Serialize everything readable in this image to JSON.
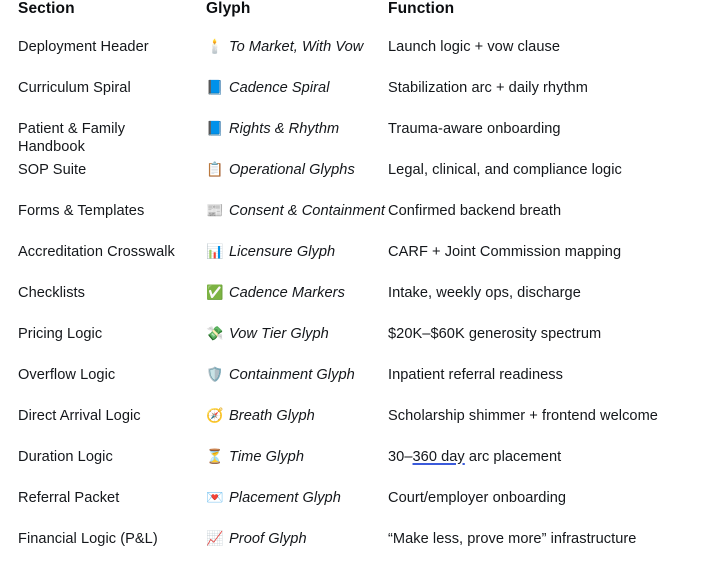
{
  "table": {
    "headers": {
      "section": "Section",
      "glyph": "Glyph",
      "function": "Function"
    },
    "link_color": "#3b5bdb",
    "rows": [
      {
        "section": "Deployment Header",
        "emoji": "🕯️",
        "emoji_name": "candle-icon",
        "glyph": "To Market, With Vow",
        "function": "Launch logic + vow clause"
      },
      {
        "section": "Curriculum Spiral",
        "emoji": "📘",
        "emoji_name": "blue-book-icon",
        "glyph": "Cadence Spiral",
        "function": "Stabilization arc + daily rhythm"
      },
      {
        "section": "Patient & Family Handbook",
        "emoji": "📘",
        "emoji_name": "blue-book-icon",
        "glyph": "Rights & Rhythm",
        "function": "Trauma-aware onboarding"
      },
      {
        "section": "SOP Suite",
        "emoji": "📋",
        "emoji_name": "clipboard-icon",
        "glyph": "Operational Glyphs",
        "function": "Legal, clinical, and compliance logic"
      },
      {
        "section": "Forms & Templates",
        "emoji": "📰",
        "emoji_name": "newspaper-icon",
        "glyph": "Consent & Containment",
        "function": "Confirmed backend breath"
      },
      {
        "section": "Accreditation Crosswalk",
        "emoji": "📊",
        "emoji_name": "bar-chart-icon",
        "glyph": "Licensure Glyph",
        "function": "CARF + Joint Commission mapping"
      },
      {
        "section": "Checklists",
        "emoji": "✅",
        "emoji_name": "check-mark-icon",
        "glyph": "Cadence Markers",
        "function": "Intake, weekly ops, discharge"
      },
      {
        "section": "Pricing Logic",
        "emoji": "💸",
        "emoji_name": "money-with-wings-icon",
        "glyph": "Vow Tier Glyph",
        "function": "$20K–$60K generosity spectrum"
      },
      {
        "section": "Overflow Logic",
        "emoji": "🛡️",
        "emoji_name": "shield-icon",
        "glyph": "Containment Glyph",
        "function": "Inpatient referral readiness"
      },
      {
        "section": "Direct Arrival Logic",
        "emoji": "🧭",
        "emoji_name": "compass-icon",
        "glyph": "Breath Glyph",
        "function": "Scholarship shimmer + frontend welcome"
      },
      {
        "section": "Duration Logic",
        "emoji": "⏳",
        "emoji_name": "hourglass-icon",
        "glyph": "Time Glyph",
        "function_before": "30–",
        "function_link": "360 day",
        "function_after": " arc placement"
      },
      {
        "section": "Referral Packet",
        "emoji": "💌",
        "emoji_name": "love-letter-icon",
        "glyph": "Placement Glyph",
        "function": "Court/employer onboarding"
      },
      {
        "section": "Financial Logic (P&L)",
        "emoji": "📈",
        "emoji_name": "chart-increasing-icon",
        "glyph": "Proof Glyph",
        "function": "“Make less, prove more” infrastructure"
      }
    ]
  }
}
